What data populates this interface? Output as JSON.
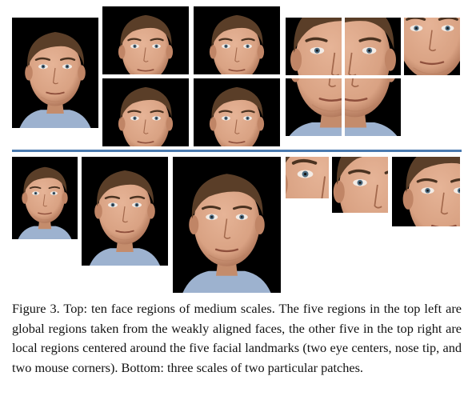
{
  "figure": {
    "caption": "Figure 3. Top: ten face regions of medium scales. The five regions in the top left are global regions taken from the weakly aligned faces, the other five in the top right are local regions centered around the five facial landmarks (two eye centers, nose tip, and two mouse corners). Bottom: three scales of two particular patches.",
    "colors": {
      "divider": "#4a7ab0",
      "background_dark": "#000000",
      "skin": "#d9a283",
      "hair": "#5a3e28",
      "shirt": "#9db2cf"
    },
    "sections": [
      {
        "name": "top",
        "patch_count": 10
      },
      {
        "name": "bottom",
        "patch_count": 6
      }
    ]
  }
}
